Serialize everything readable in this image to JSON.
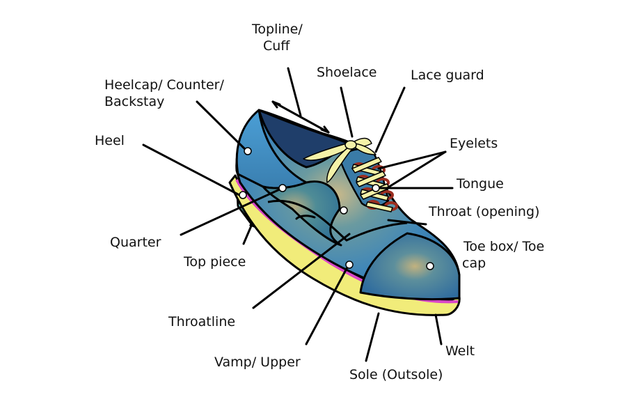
{
  "labels": {
    "topline_1": "Topline/",
    "topline_2": "Cuff",
    "shoelace": "Shoelace",
    "lace_guard": "Lace guard",
    "heelcap_1": "Heelcap/ Counter/",
    "heelcap_2": "Backstay",
    "heel": "Heel",
    "eyelets": "Eyelets",
    "tongue": "Tongue",
    "throat_opening": "Throat (opening)",
    "quarter": "Quarter",
    "toe_box_1": "Toe box/ Toe",
    "toe_box_2": "cap",
    "top_piece": "Top piece",
    "throatline": "Throatline",
    "welt": "Welt",
    "vamp": "Vamp/ Upper",
    "sole": "Sole (Outsole)"
  },
  "colors": {
    "upper_blue": "#3f86b8",
    "upper_teal": "#3f8a8a",
    "highlight": "#c9b98a",
    "lace": "#f4f2a8",
    "sole_pink": "#d946c8",
    "sole_yellow": "#f1ec7a",
    "heel_cyan": "#8ef3f2",
    "eyelet_red": "#9b2d20"
  }
}
